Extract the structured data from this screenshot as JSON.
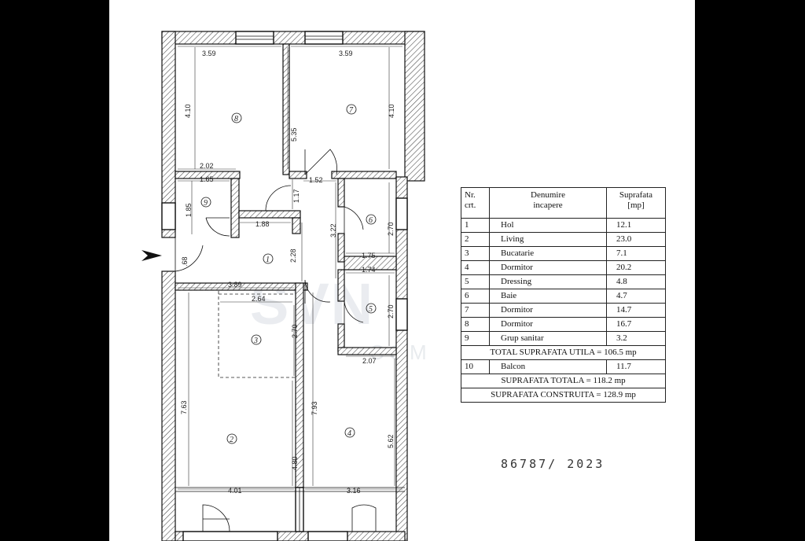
{
  "plan": {
    "dimensions": {
      "room8_width": "3.59",
      "room7_width": "3.59",
      "room8_height": "4.10",
      "room7_height": "4.10",
      "corridor_height": "5.35",
      "room8_bottom": "2.02",
      "room9_width": "1.65",
      "room9_height": "1.85",
      "door_width": "1.17",
      "hall_top": "1.52",
      "hall_height": "3.22",
      "room6_height": "2.70",
      "room9_bottom": "1.88",
      "hall_depth": "2.28",
      "entry_width": ".68",
      "room6_bottom": "1.75",
      "room5_top": "1.74",
      "living_top": "3.89",
      "kitchen_width": "2.64",
      "kitchen_height": "2.70",
      "room5_height": "2.70",
      "room5_bottom": "2.07",
      "living_height": "7.63",
      "wall_height": "7.93",
      "room4_height": "5.62",
      "living_lower": "4.80",
      "living_bottom": "4.01",
      "room4_bottom": "3.16"
    },
    "room_numbers": [
      "1",
      "2",
      "3",
      "4",
      "5",
      "6",
      "7",
      "8",
      "9"
    ],
    "watermark": "SVN",
    "watermark_sub": "COM"
  },
  "table": {
    "headers": {
      "nr": "Nr.\ncrt.",
      "name": "Denumire\nincapere",
      "area": "Suprafata\n[mp]"
    },
    "rows": [
      {
        "nr": "1",
        "name": "Hol",
        "area": "12.1"
      },
      {
        "nr": "2",
        "name": "Living",
        "area": "23.0"
      },
      {
        "nr": "3",
        "name": "Bucatarie",
        "area": "7.1"
      },
      {
        "nr": "4",
        "name": "Dormitor",
        "area": "20.2"
      },
      {
        "nr": "5",
        "name": "Dressing",
        "area": "4.8"
      },
      {
        "nr": "6",
        "name": "Baie",
        "area": "4.7"
      },
      {
        "nr": "7",
        "name": "Dormitor",
        "area": "14.7"
      },
      {
        "nr": "8",
        "name": "Dormitor",
        "area": "16.7"
      },
      {
        "nr": "9",
        "name": "Grup sanitar",
        "area": "3.2"
      }
    ],
    "total_util": "TOTAL SUPRAFATA UTILA = 106.5 mp",
    "balcony": {
      "nr": "10",
      "name": "Balcon",
      "area": "11.7"
    },
    "total": "SUPRAFATA TOTALA = 118.2 mp",
    "built": "SUPRAFATA CONSTRUITA = 128.9 mp"
  },
  "stamp": "86787/ 2023"
}
